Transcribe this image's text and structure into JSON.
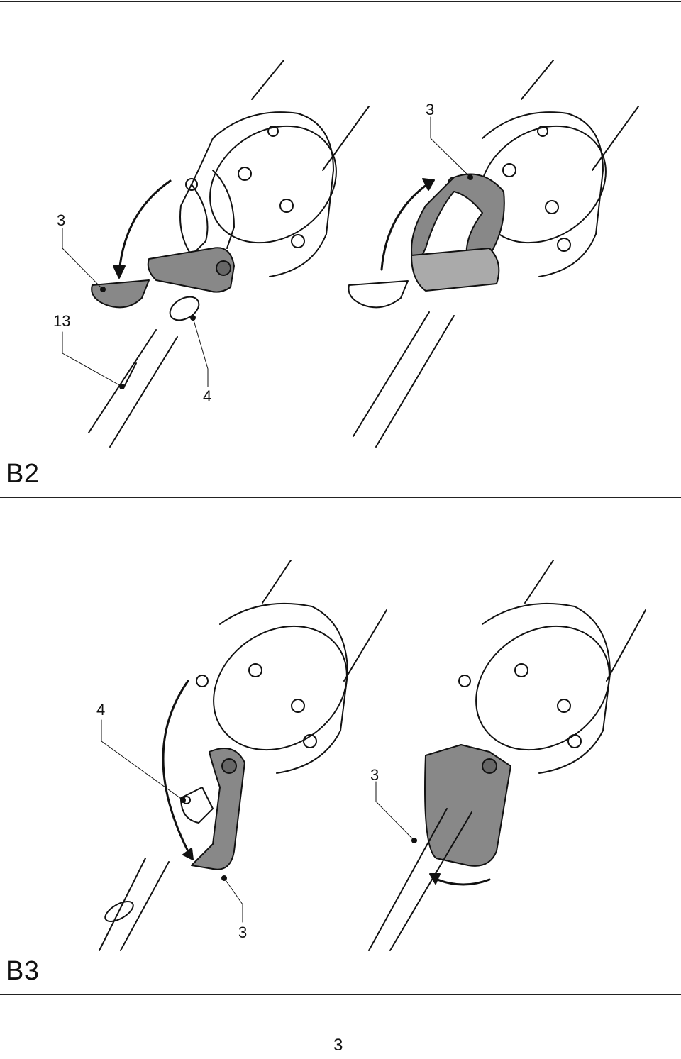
{
  "figures": [
    {
      "label": "B2",
      "callouts": [
        "3",
        "13",
        "4",
        "3"
      ]
    },
    {
      "label": "B3",
      "callouts": [
        "4",
        "3",
        "3"
      ]
    }
  ],
  "page_number": "3"
}
